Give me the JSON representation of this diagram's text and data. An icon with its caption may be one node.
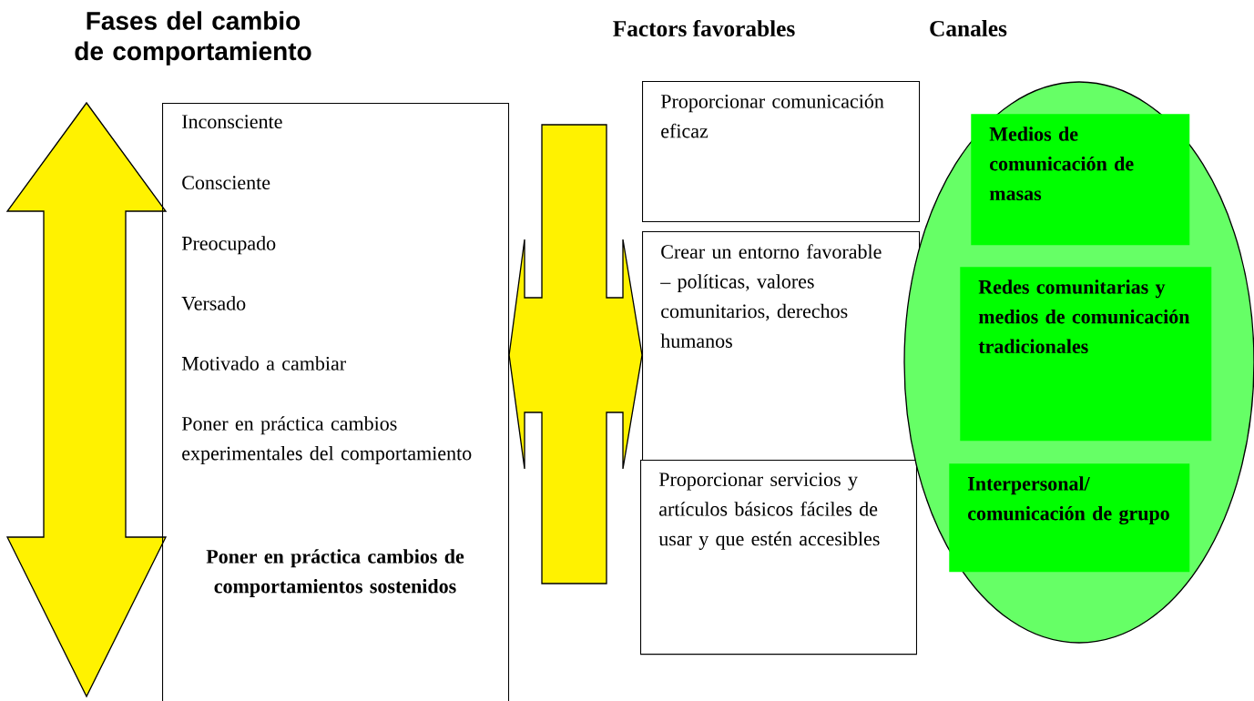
{
  "diagram": {
    "title": "Fases del cambio de comportamiento",
    "nodes": [
      {
        "text": [
          "Inconsciente",
          "Consciente",
          "Preocupado",
          "Versado",
          "Motivado a cambiar",
          "Poner en práctica cambios experimentales del comportamiento",
          "Poner en práctica cambios de comportamientos sostenidos"
        ]
      },
      {
        "text": [
          "Proporcionar comunicación eficaz"
        ]
      },
      {
        "text": [
          "Crear un entorno favorable – políticas, valores comunitarios, derechos humanos"
        ]
      },
      {
        "text": [
          "Proporcionar servicios y artículos básicos fáciles de usar y que estén accesibles"
        ]
      },
      {
        "text": [],
        "shape": "ellipse"
      },
      {
        "text": [
          "Medios de comunicación de masas"
        ],
        "in": 4
      },
      {
        "text": [
          "Redes comunitarias y medios de comunicación tradicionales"
        ],
        "in": 4
      },
      {
        "text": [
          "Interpersonal/ comunicación de grupo"
        ],
        "in": 4
      }
    ],
    "edges": [
      {
        "from": 0,
        "to": 2,
        "arrow": "both"
      }
    ],
    "labels": [
      "Factors favorables",
      "Canales"
    ]
  }
}
